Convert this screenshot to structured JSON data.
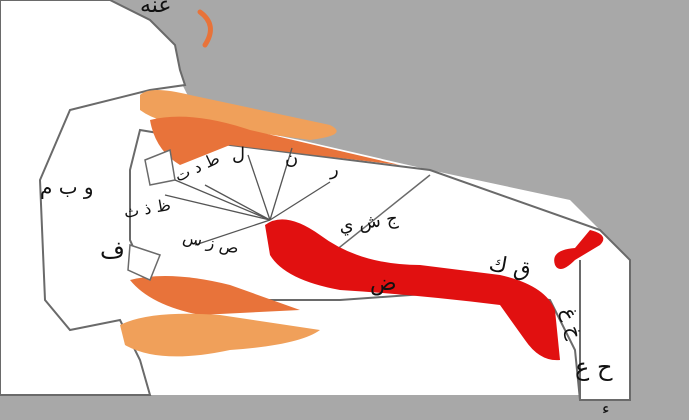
{
  "colors": {
    "background": "#a8a8a8",
    "tract": "#ffffff",
    "outline": "#6a6a6a",
    "lip_light": "#f0a05a",
    "lip_dark": "#e8733a",
    "tongue": "#e11010"
  },
  "labels": {
    "nose": "عنه",
    "lips": "و ب م",
    "labiodental": "ف",
    "interdental": "ظ ذ ث",
    "dental_stop": "ط د ت",
    "lam": "ل",
    "nun": "ن",
    "ra": "ر",
    "sibilants": "ص ز س",
    "palatal": "ج ش ي",
    "dad": "ض",
    "velar": "ق ك",
    "uvular": "خ غ",
    "pharyngeal": "ح ع",
    "glottal": "ء"
  }
}
